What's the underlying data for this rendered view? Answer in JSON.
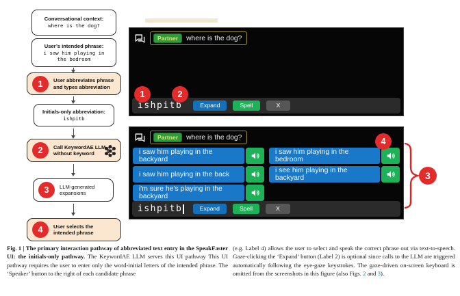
{
  "flowchart": {
    "context_box": {
      "title": "Conversational context:",
      "body": "where is the dog?"
    },
    "intent_box": {
      "title": "User’s intended phrase:",
      "body": "i saw him playing in\nthe bedroom"
    },
    "step1": {
      "num": "1",
      "label": "User abbreviates phrase\nand types abbreviation"
    },
    "abbrev_box": {
      "title": "Initials-only abbreviation:",
      "body": "ishpitb"
    },
    "step2": {
      "num": "2",
      "label": "Call KeywordAE LLM\nwithout keyword"
    },
    "step3": {
      "num": "3",
      "label": "LLM-generated\nexpansions"
    },
    "step4": {
      "num": "4",
      "label": "User selects the\nintended phrase"
    }
  },
  "panel1": {
    "partner_label": "Partner",
    "context_text": "where is the dog?",
    "input_value": "ishpitb",
    "buttons": {
      "expand": "Expand",
      "spell": "Spell",
      "close": "X"
    },
    "labels": {
      "one": "1",
      "two": "2"
    }
  },
  "panel2": {
    "partner_label": "Partner",
    "context_text": "where is the dog?",
    "phrases": [
      "i saw him playing in the backyard",
      "i saw him playing in the bedroom",
      "i saw him playing in the back",
      "i see him playing in the backyard",
      "i'm sure he's playing in the backyard"
    ],
    "input_value": "ishpitb",
    "buttons": {
      "expand": "Expand",
      "spell": "Spell",
      "close": "X"
    },
    "labels": {
      "three": "3",
      "four": "4"
    }
  },
  "caption": {
    "left_bold": "Fig. 1 | The primary interaction pathway of abbreviated text entry in the SpeakFaster UI: the initials-only pathway.",
    "left_text": " The KeywordAE LLM serves this UI pathway This UI pathway requires the user to enter only the word-initial letters of the intended phrase. The ‘Speaker’ button to the right of each candidate phrase",
    "right_pre": "(e.g. Label 4) allows the user to select and speak the correct phrase out via text-to-speech. Gaze-clicking the ‘Expand’ button (Label 2) is optional since calls to the LLM are triggered automatically following the eye-gaze keystrokes. The gaze-driven on-screen keyboard is omitted from the screenshots in this figure (also Figs. ",
    "link2": "2",
    "mid": " and ",
    "link3": "3",
    "post": ")."
  },
  "colors": {
    "step_box_fill": "#fbe7cf",
    "badge_red": "#e32b2b",
    "panel_bg": "#060606",
    "input_row_bg": "#2b2b2b",
    "phrase_blue": "#1978c8",
    "speaker_green": "#1db257",
    "expand_blue": "#1470b8",
    "spell_green": "#1db257",
    "close_gray": "#565656",
    "partner_green": "#2e9c3c",
    "partner_text_yellow": "#e8e06a",
    "context_chip_border": "#9b8f2f",
    "link_teal": "#1a7f9e"
  }
}
